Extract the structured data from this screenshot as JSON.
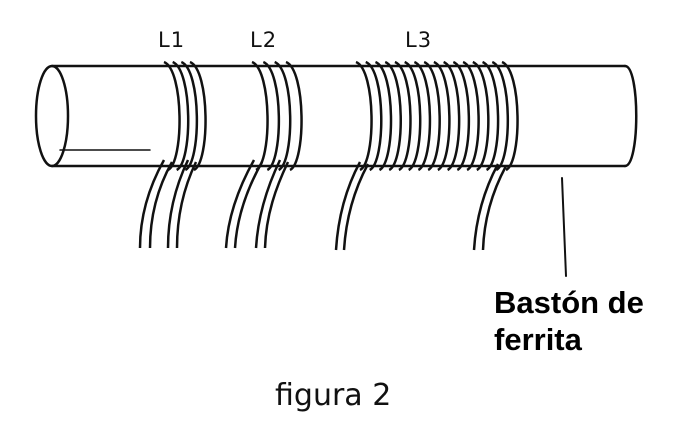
{
  "figure": {
    "coil_labels": [
      "L1",
      "L2",
      "L3"
    ],
    "rod_caption_line1": "Bastón de",
    "rod_caption_line2": "ferrita",
    "caption": "figura 2"
  }
}
